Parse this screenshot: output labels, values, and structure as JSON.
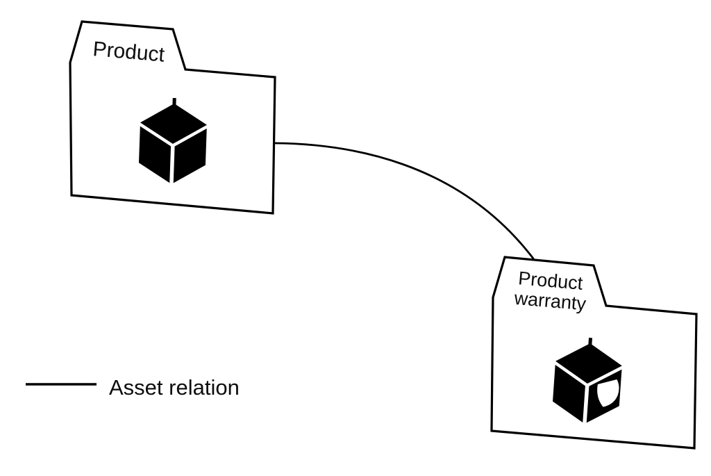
{
  "diagram": {
    "type": "asset-relation-graph",
    "background_color": "#ffffff",
    "line_color": "#000000",
    "node_fill_color": "#ffffff",
    "icon_color": "#000000",
    "nodes": [
      {
        "id": "product",
        "label": "Product",
        "label_line1": "Product",
        "icon": "cube-icon",
        "shape": "folder"
      },
      {
        "id": "product-warranty",
        "label": "Product warranty",
        "label_line1": "Product",
        "label_line2": "warranty",
        "icon": "cube-shield-icon",
        "shape": "folder"
      }
    ],
    "edges": [
      {
        "from": "product",
        "to": "product-warranty",
        "type": "asset-relation"
      }
    ],
    "legend": {
      "line_label": "Asset relation"
    }
  }
}
